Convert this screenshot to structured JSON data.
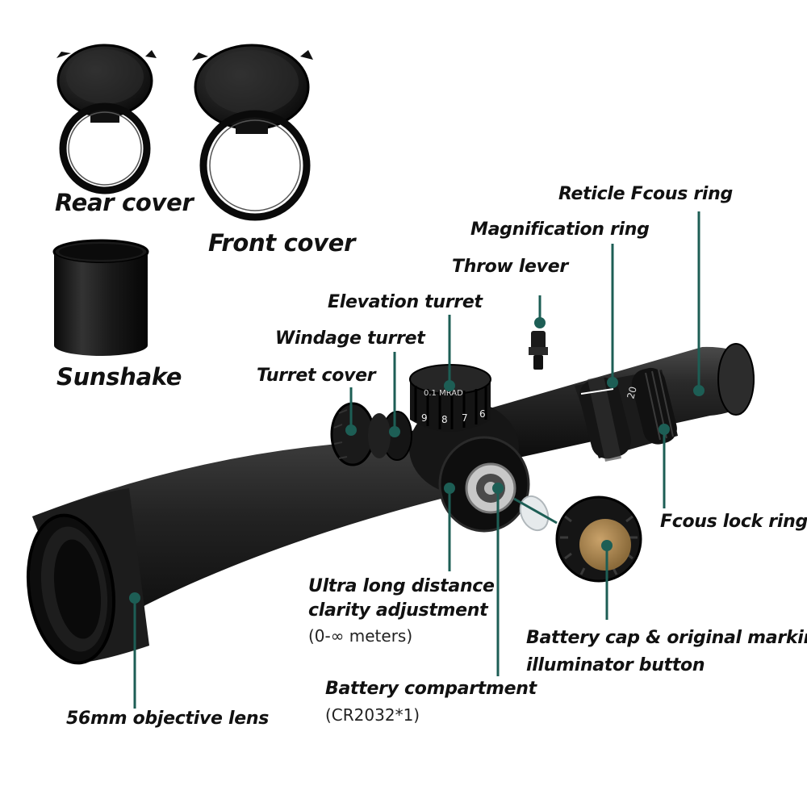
{
  "labels": {
    "rear_cover": "Rear cover",
    "front_cover": "Front cover",
    "sunshade": "Sunshake",
    "reticle_focus_ring": "Reticle Fcous ring",
    "magnification_ring": "Magnification ring",
    "throw_lever": "Throw lever",
    "elevation_turret": "Elevation turret",
    "windage_turret": "Windage turret",
    "turret_cover": "Turret cover",
    "focus_lock_ring": "Fcous lock ring",
    "clarity_line1": "Ultra long distance",
    "clarity_line2": "clarity adjustment",
    "clarity_range": "(0-∞ meters)",
    "battery_cap_line1": "Battery cap & original markings",
    "battery_cap_line2": "illuminator button",
    "battery_compartment": "Battery compartment",
    "battery_spec": "(CR2032*1)",
    "objective_lens": "56mm objective lens"
  },
  "turret_marks": {
    "elevation_text": "0.1 MRAD",
    "elevation_numbers": [
      "9",
      "8",
      "7",
      "6"
    ],
    "magnification_mark": "20"
  },
  "colors": {
    "callout": "#1d5e55",
    "body": "#1a1a1a",
    "text": "#111111",
    "amber": "#a8844a"
  }
}
